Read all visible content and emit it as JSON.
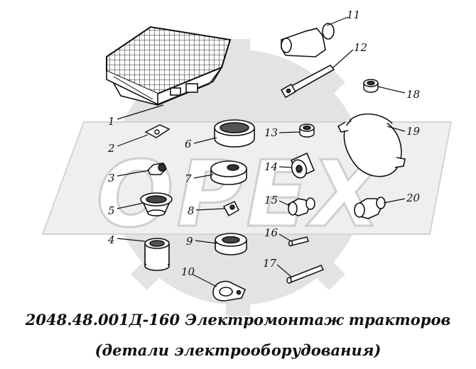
{
  "watermark": {
    "text": "ОРЕХ",
    "color": "#d9d9d9"
  },
  "caption": {
    "line1": "2048.48.001Д-160 Электромонтаж тракторов",
    "line2": "(детали электрооборудования)"
  },
  "callouts": [
    "1",
    "2",
    "3",
    "4",
    "5",
    "6",
    "7",
    "8",
    "9",
    "10",
    "11",
    "12",
    "13",
    "14",
    "15",
    "16",
    "17",
    "18",
    "19",
    "20"
  ]
}
